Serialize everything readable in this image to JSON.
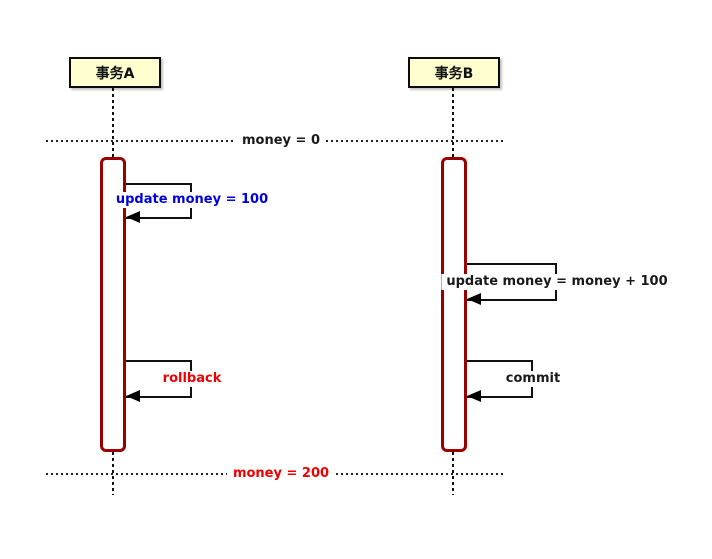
{
  "diagram": {
    "type": "sequence",
    "participants": [
      {
        "id": "a",
        "label": "事务A"
      },
      {
        "id": "b",
        "label": "事务B"
      }
    ],
    "dividers": [
      {
        "label": "money = 0",
        "color": "#1a1a1a"
      },
      {
        "label": "money = 200",
        "color": "#ee0000"
      }
    ],
    "messages": [
      {
        "actor": "a",
        "kind": "self-message",
        "label": "update money = 100",
        "color": "#0000dd"
      },
      {
        "actor": "b",
        "kind": "self-message",
        "label": "update money = money + 100",
        "color": "#1a1a1a"
      },
      {
        "actor": "a",
        "kind": "self-message",
        "label": "rollback",
        "color": "#ee0000"
      },
      {
        "actor": "b",
        "kind": "self-message",
        "label": "commit",
        "color": "#1a1a1a"
      }
    ],
    "colors": {
      "participant_fill": "#fefece",
      "participant_border": "#0a0a0a",
      "activation_border": "#990000",
      "activation_fill": "#ffffff",
      "lifeline": "#111111",
      "arrow": "#000000",
      "background": "#ffffff"
    }
  }
}
